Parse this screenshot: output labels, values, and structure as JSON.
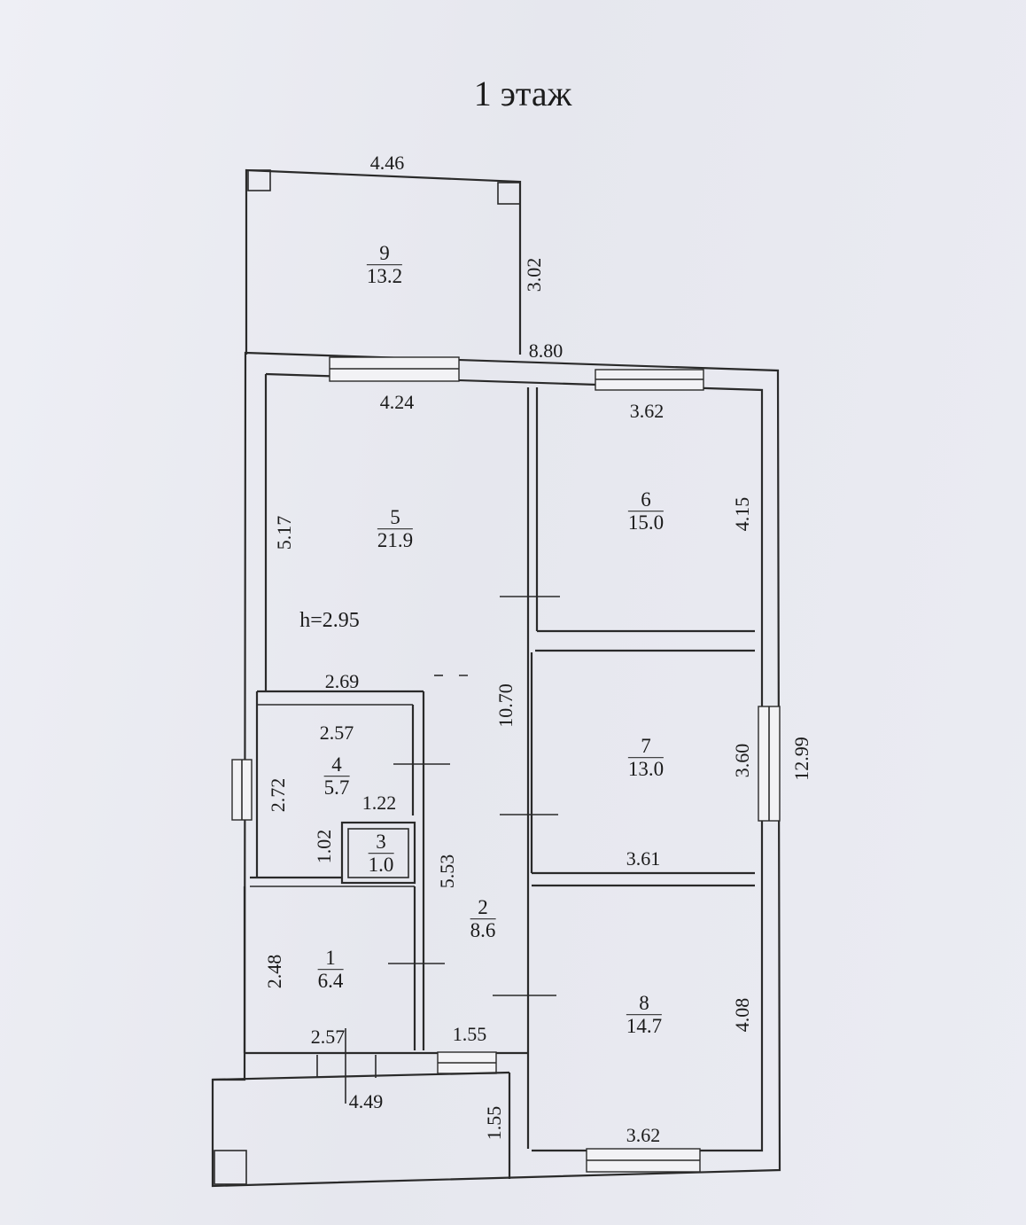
{
  "title": "1 этаж",
  "height_note": "h=2.95",
  "rooms": [
    {
      "num": "1",
      "area": "6.4"
    },
    {
      "num": "2",
      "area": "8.6"
    },
    {
      "num": "3",
      "area": "1.0"
    },
    {
      "num": "4",
      "area": "5.7"
    },
    {
      "num": "5",
      "area": "21.9"
    },
    {
      "num": "6",
      "area": "15.0"
    },
    {
      "num": "7",
      "area": "13.0"
    },
    {
      "num": "8",
      "area": "14.7"
    },
    {
      "num": "9",
      "area": "13.2"
    }
  ],
  "dimensions": {
    "d446": "4.46",
    "d302": "3.02",
    "d880": "8.80",
    "d424": "4.24",
    "d362a": "3.62",
    "d517": "5.17",
    "d415": "4.15",
    "d269": "2.69",
    "d1070": "10.70",
    "d257a": "2.57",
    "d272": "2.72",
    "d122": "1.22",
    "d102": "1.02",
    "d553": "5.53",
    "d360": "3.60",
    "d1299": "12.99",
    "d361": "3.61",
    "d248": "2.48",
    "d257b": "2.57",
    "d155a": "1.55",
    "d449": "4.49",
    "d155b": "1.55",
    "d408": "4.08",
    "d362b": "3.62"
  }
}
